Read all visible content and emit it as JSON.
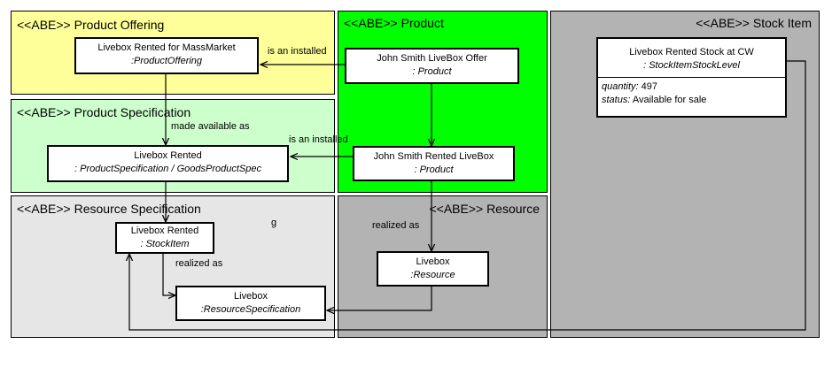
{
  "panels": {
    "product_offering": "<<ABE>> Product Offering",
    "product": "<<ABE>> Product",
    "stock_item": "<<ABE>> Stock Item",
    "product_specification": "<<ABE>> Product Specification",
    "resource_specification": "<<ABE>> Resource Specification",
    "resource": "<<ABE>> Resource"
  },
  "boxes": {
    "offering": {
      "name": "Livebox Rented for MassMarket",
      "type": ":ProductOffering"
    },
    "offer_product": {
      "name": "John Smith LiveBox Offer",
      "type": ": Product"
    },
    "rented_product": {
      "name": "John Smith Rented LiveBox",
      "type": ": Product"
    },
    "spec": {
      "name": "Livebox Rented",
      "type": ": ProductSpecification / GoodsProductSpec"
    },
    "stock_item": {
      "name": "Livebox Rented",
      "type": ": StockItem"
    },
    "resource": {
      "name": "Livebox",
      "type": ":Resource"
    },
    "resource_spec": {
      "name": "Livebox",
      "type": ":ResourceSpecification"
    },
    "stock_level": {
      "name": "Livebox Rented Stock at CW",
      "type": ": StockItemStockLevel",
      "quantity_key": "quantity:",
      "quantity_value": " 497",
      "status_key": "status:",
      "status_value": " Available for sale"
    }
  },
  "labels": {
    "installed_1": "is an installed",
    "installed_2": "is an installed",
    "made_available": "made available as",
    "realized_1": "realized as",
    "realized_2": "realized as",
    "stray": "g"
  },
  "colors": {
    "product_offering_bg": "#ffff99",
    "product_bg": "#00ff00",
    "stock_item_bg": "#b3b3b3",
    "product_specification_bg": "#ccffcc",
    "resource_specification_bg": "#e6e6e6",
    "resource_bg": "#b3b3b3"
  }
}
